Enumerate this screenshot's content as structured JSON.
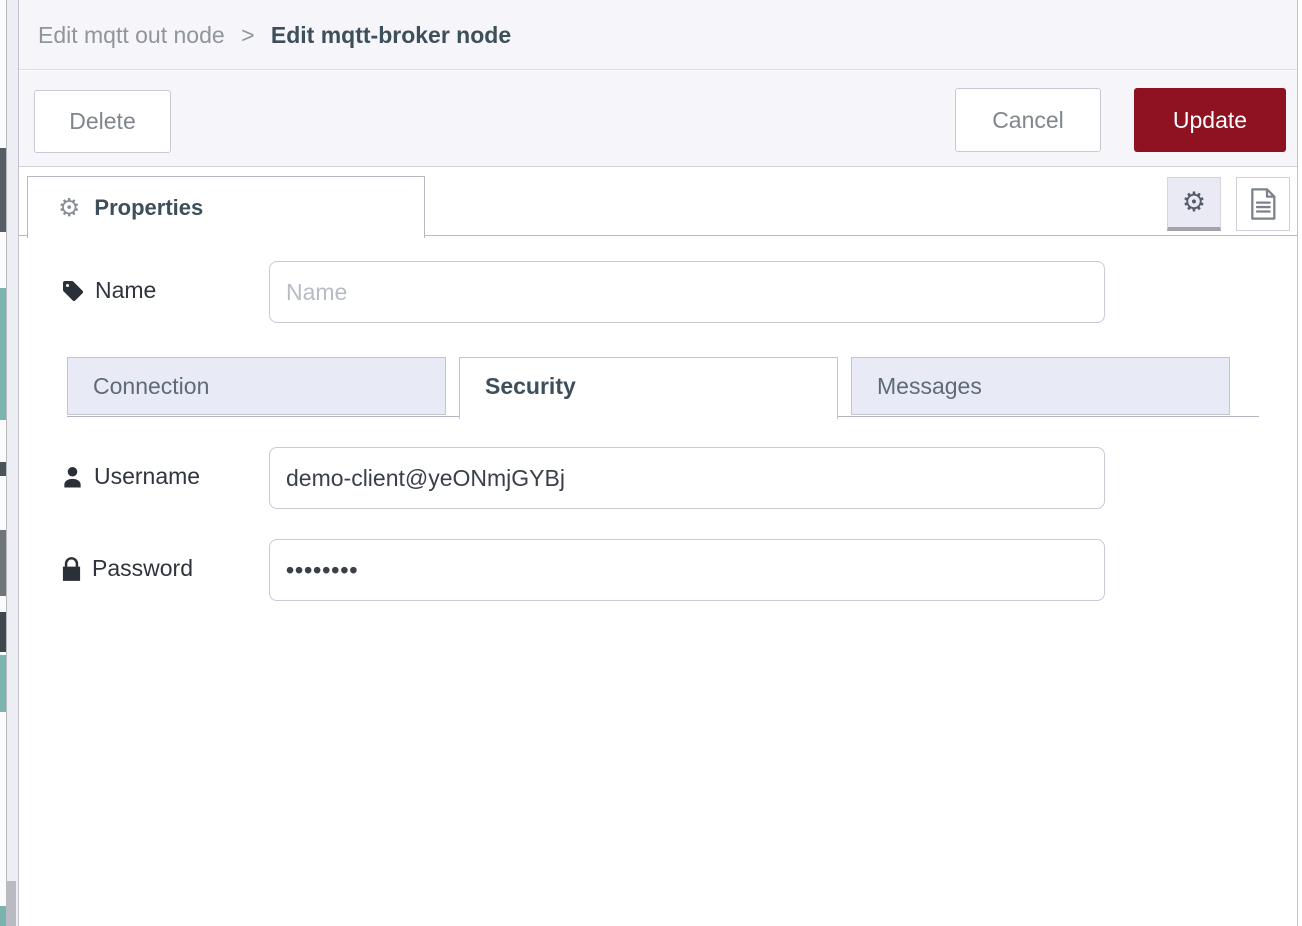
{
  "breadcrumb": {
    "parent": "Edit mqtt out node",
    "separator": ">",
    "current": "Edit mqtt-broker node"
  },
  "toolbar": {
    "delete_label": "Delete",
    "cancel_label": "Cancel",
    "update_label": "Update"
  },
  "editor_tabs": {
    "properties_label": "Properties",
    "properties_icon": "cog-icon",
    "right_buttons": [
      "cog-icon",
      "document-icon"
    ]
  },
  "form": {
    "name": {
      "label": "Name",
      "placeholder": "Name",
      "value": "",
      "icon": "tag-icon"
    },
    "broker_tabs": [
      {
        "label": "Connection",
        "active": false
      },
      {
        "label": "Security",
        "active": true
      },
      {
        "label": "Messages",
        "active": false
      }
    ],
    "username": {
      "label": "Username",
      "value": "demo-client@yeONmjGYBj",
      "icon": "user-icon"
    },
    "password": {
      "label": "Password",
      "value": "••••••••",
      "icon": "lock-icon"
    }
  },
  "icons": {
    "cog_glyph": "⚙"
  },
  "colors": {
    "update_button_bg": "#8e1220",
    "tray_header_bg": "#f5f5fa",
    "inactive_tab_bg": "#e8eaf5",
    "active_text": "#3d4f5a",
    "muted_text": "#7f868e"
  }
}
